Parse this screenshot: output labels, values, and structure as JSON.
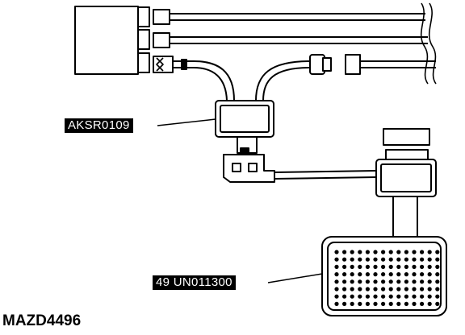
{
  "callouts": {
    "adapter_part": "AKSR0109",
    "harness_part": "49 UN011300"
  },
  "figure_id": "MAZD4496",
  "colors": {
    "ink": "#000000",
    "paper": "#ffffff"
  }
}
